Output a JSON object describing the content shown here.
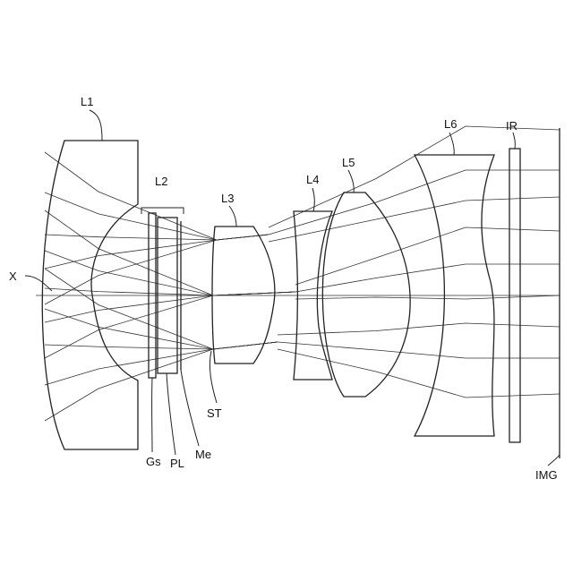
{
  "labels": {
    "l1": "L1",
    "l2": "L2",
    "l3": "L3",
    "l4": "L4",
    "l5": "L5",
    "l6": "L6",
    "ir": "IR",
    "x": "X",
    "st": "ST",
    "gs": "Gs",
    "pl": "PL",
    "me": "Me",
    "img": "IMG"
  }
}
